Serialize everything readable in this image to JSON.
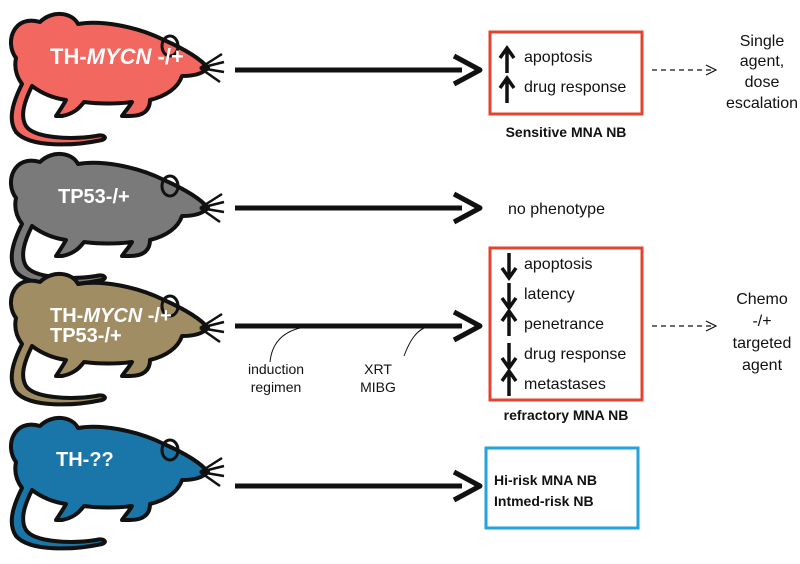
{
  "colors": {
    "mouse_mycn": "#f2675f",
    "mouse_tp53": "#7a7a7a",
    "mouse_combo": "#a08d63",
    "mouse_unknown": "#1a76a8",
    "box_red": "#e2452f",
    "box_blue": "#23a3dc",
    "arrow": "#111111"
  },
  "rows": [
    {
      "mouse_label": [
        "TH-MYCN -/+"
      ],
      "mouse_label_italic": [
        "MYCN"
      ],
      "box_items": [
        {
          "dir": "up",
          "text": "apoptosis"
        },
        {
          "dir": "up",
          "text": "drug response"
        }
      ],
      "box_caption": "Sensitive MNA NB",
      "outcome_lines": [
        "Single",
        "agent,",
        "dose",
        "escalation"
      ]
    },
    {
      "mouse_label": [
        "TP53-/+"
      ],
      "result_text": "no phenotype"
    },
    {
      "mouse_label": [
        "TH-MYCN -/+",
        "TP53-/+"
      ],
      "box_items": [
        {
          "dir": "down",
          "text": "apoptosis"
        },
        {
          "dir": "down",
          "text": "latency"
        },
        {
          "dir": "up",
          "text": "penetrance"
        },
        {
          "dir": "down",
          "text": "drug response"
        },
        {
          "dir": "up",
          "text": "metastases"
        }
      ],
      "box_caption": "refractory MNA NB",
      "annotations": [
        {
          "lines": [
            "induction",
            "regimen"
          ]
        },
        {
          "lines": [
            "XRT",
            "MIBG"
          ]
        }
      ],
      "outcome_lines": [
        "Chemo",
        "-/+",
        "targeted",
        "agent"
      ]
    },
    {
      "mouse_label": [
        "TH-??"
      ],
      "box_lines": [
        "Hi-risk MNA NB",
        "Intmed-risk NB"
      ]
    }
  ]
}
